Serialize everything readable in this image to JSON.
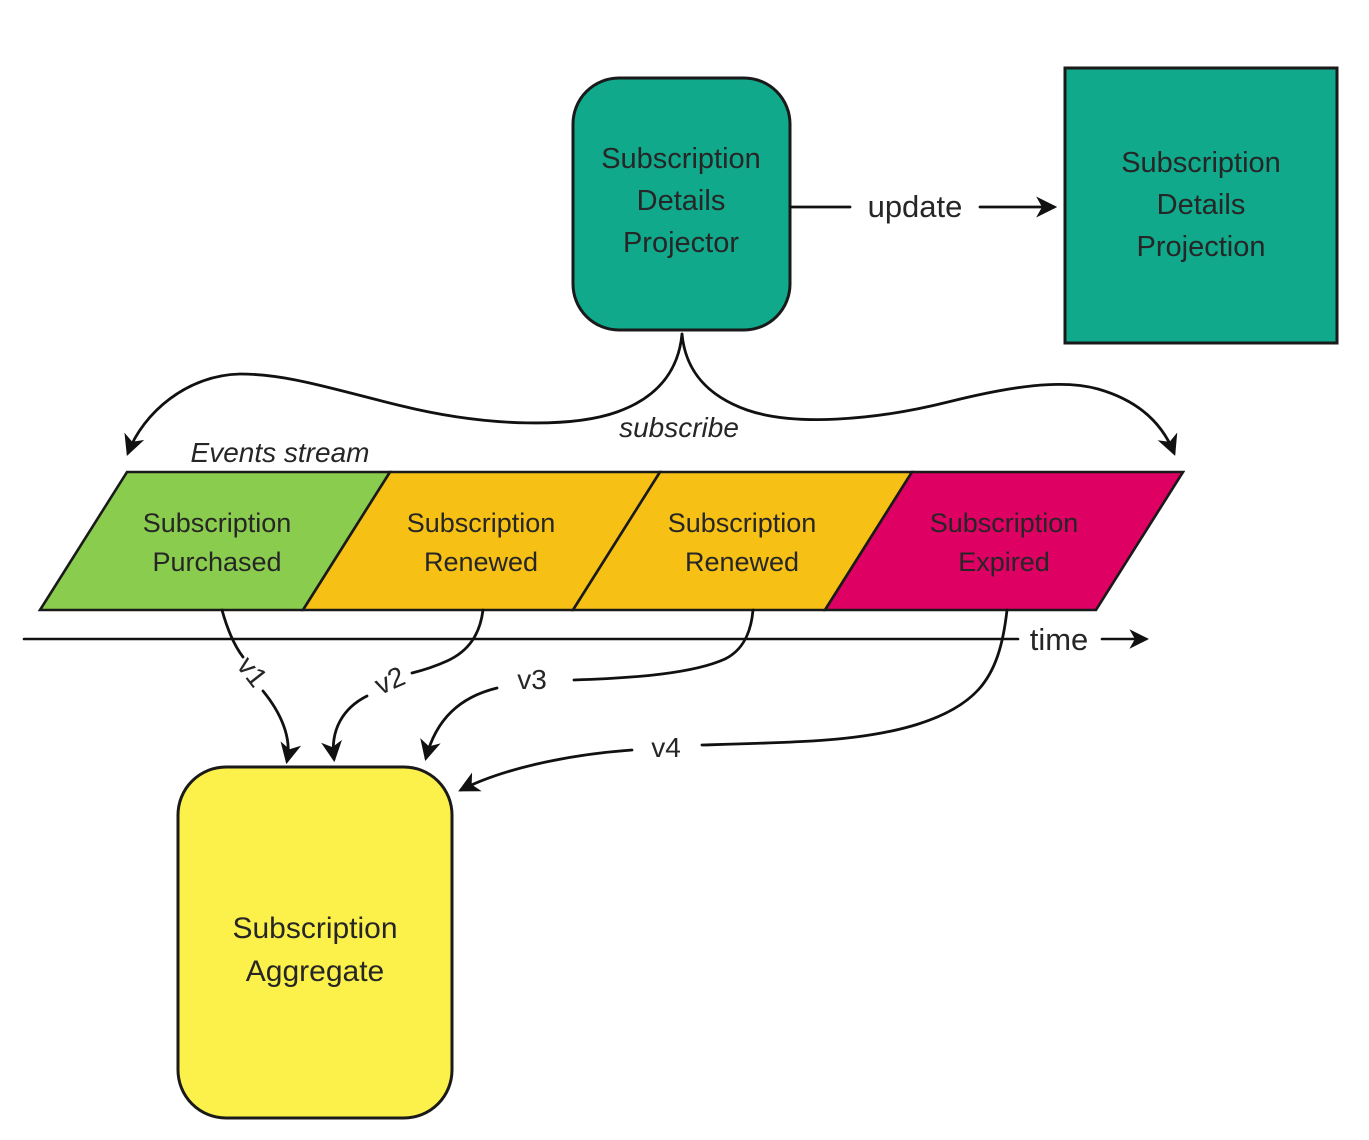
{
  "colors": {
    "teal": "#10A98B",
    "green": "#8ACD4E",
    "amber": "#F6C015",
    "crimson": "#DE0063",
    "yellow": "#FCF14B"
  },
  "projector": {
    "line1": "Subscription",
    "line2": "Details",
    "line3": "Projector"
  },
  "projection": {
    "line1": "Subscription",
    "line2": "Details",
    "line3": "Projection"
  },
  "labels": {
    "update": "update",
    "subscribe": "subscribe",
    "events_stream": "Events stream",
    "time": "time"
  },
  "events": [
    {
      "line1": "Subscription",
      "line2": "Purchased",
      "color": "#8ACD4E",
      "version": "v1"
    },
    {
      "line1": "Subscription",
      "line2": "Renewed",
      "color": "#F6C015",
      "version": "v2"
    },
    {
      "line1": "Subscription",
      "line2": "Renewed",
      "color": "#F6C015",
      "version": "v3"
    },
    {
      "line1": "Subscription",
      "line2": "Expired",
      "color": "#DE0063",
      "version": "v4"
    }
  ],
  "aggregate": {
    "line1": "Subscription",
    "line2": "Aggregate"
  }
}
